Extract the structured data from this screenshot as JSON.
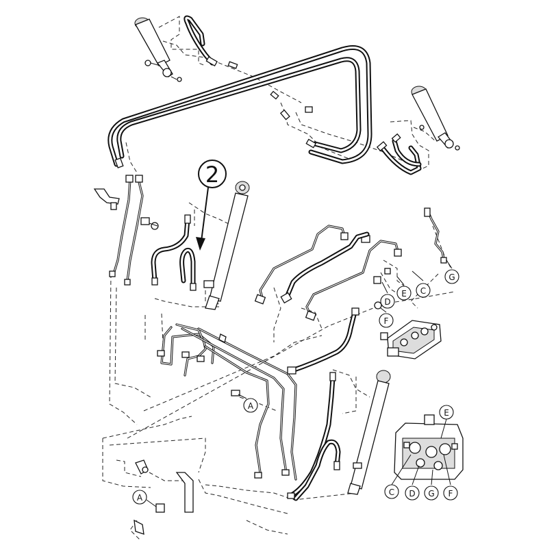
{
  "callouts": {
    "item_number": "2",
    "letter_a": "A",
    "letter_c": "C",
    "letter_d": "D",
    "letter_e": "E",
    "letter_f": "F",
    "letter_g": "G"
  }
}
